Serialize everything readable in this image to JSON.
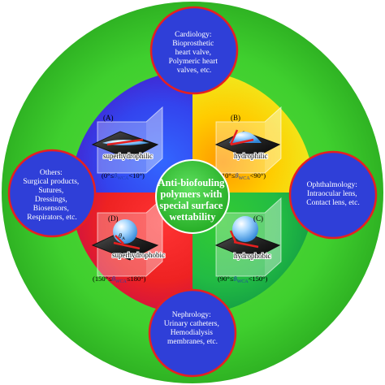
{
  "diagram": {
    "center_title": [
      "Anti-biofouling",
      "polymers with",
      "special surface",
      "wettability"
    ],
    "colors": {
      "outer_ring": "#44cc33",
      "outer_ring_dark": "#2fa824",
      "q_top_left": "#3344ee",
      "q_top_right": "#ffcc00",
      "q_bottom_left": "#ee2222",
      "q_bottom_right": "#22bb33",
      "bubble_fill": "#2f3fd8",
      "bubble_stroke": "#e62020",
      "center_fill": "#33cc33"
    },
    "panels": {
      "a": {
        "letter": "(A)",
        "name": "superhydrophilic",
        "range_left": "(0°≤",
        "theta": "θ",
        "sub": "WCA",
        "range_right": "<10°)"
      },
      "b": {
        "letter": "(B)",
        "name": "hydrophilic",
        "range_left": "(10°≤",
        "theta": "θ",
        "sub": "WCA",
        "range_right": "<90°)"
      },
      "c": {
        "letter": "(C)",
        "name": "hydrophobic",
        "range_left": "(90°≤",
        "theta": "θ",
        "sub": "WCA",
        "range_right": "<150°)"
      },
      "d": {
        "letter": "(D)",
        "name": "superhydrophobic",
        "range_left": "(150°≤",
        "theta": "θ",
        "sub": "WCA",
        "range_right": "≤180°)",
        "angle_label": "θ",
        "angle_sub": "A"
      }
    },
    "bubbles": {
      "top": {
        "lines": [
          "Cardiology:",
          "Bioprosthetic",
          "heart valve,",
          "Polymeric heart",
          "valves, etc."
        ]
      },
      "left": {
        "lines": [
          "Others:",
          "Surgical products,",
          "Sutures,",
          "Dressings,",
          "Biosensors,",
          "Respirators, etc."
        ]
      },
      "right": {
        "lines": [
          "Ophthalmology:",
          "Intraocular lens,",
          "Contact lens, etc."
        ]
      },
      "bottom": {
        "lines": [
          "Nephrology:",
          "Urinary catheters,",
          "Hemodialysis",
          "membranes, etc."
        ]
      }
    }
  }
}
